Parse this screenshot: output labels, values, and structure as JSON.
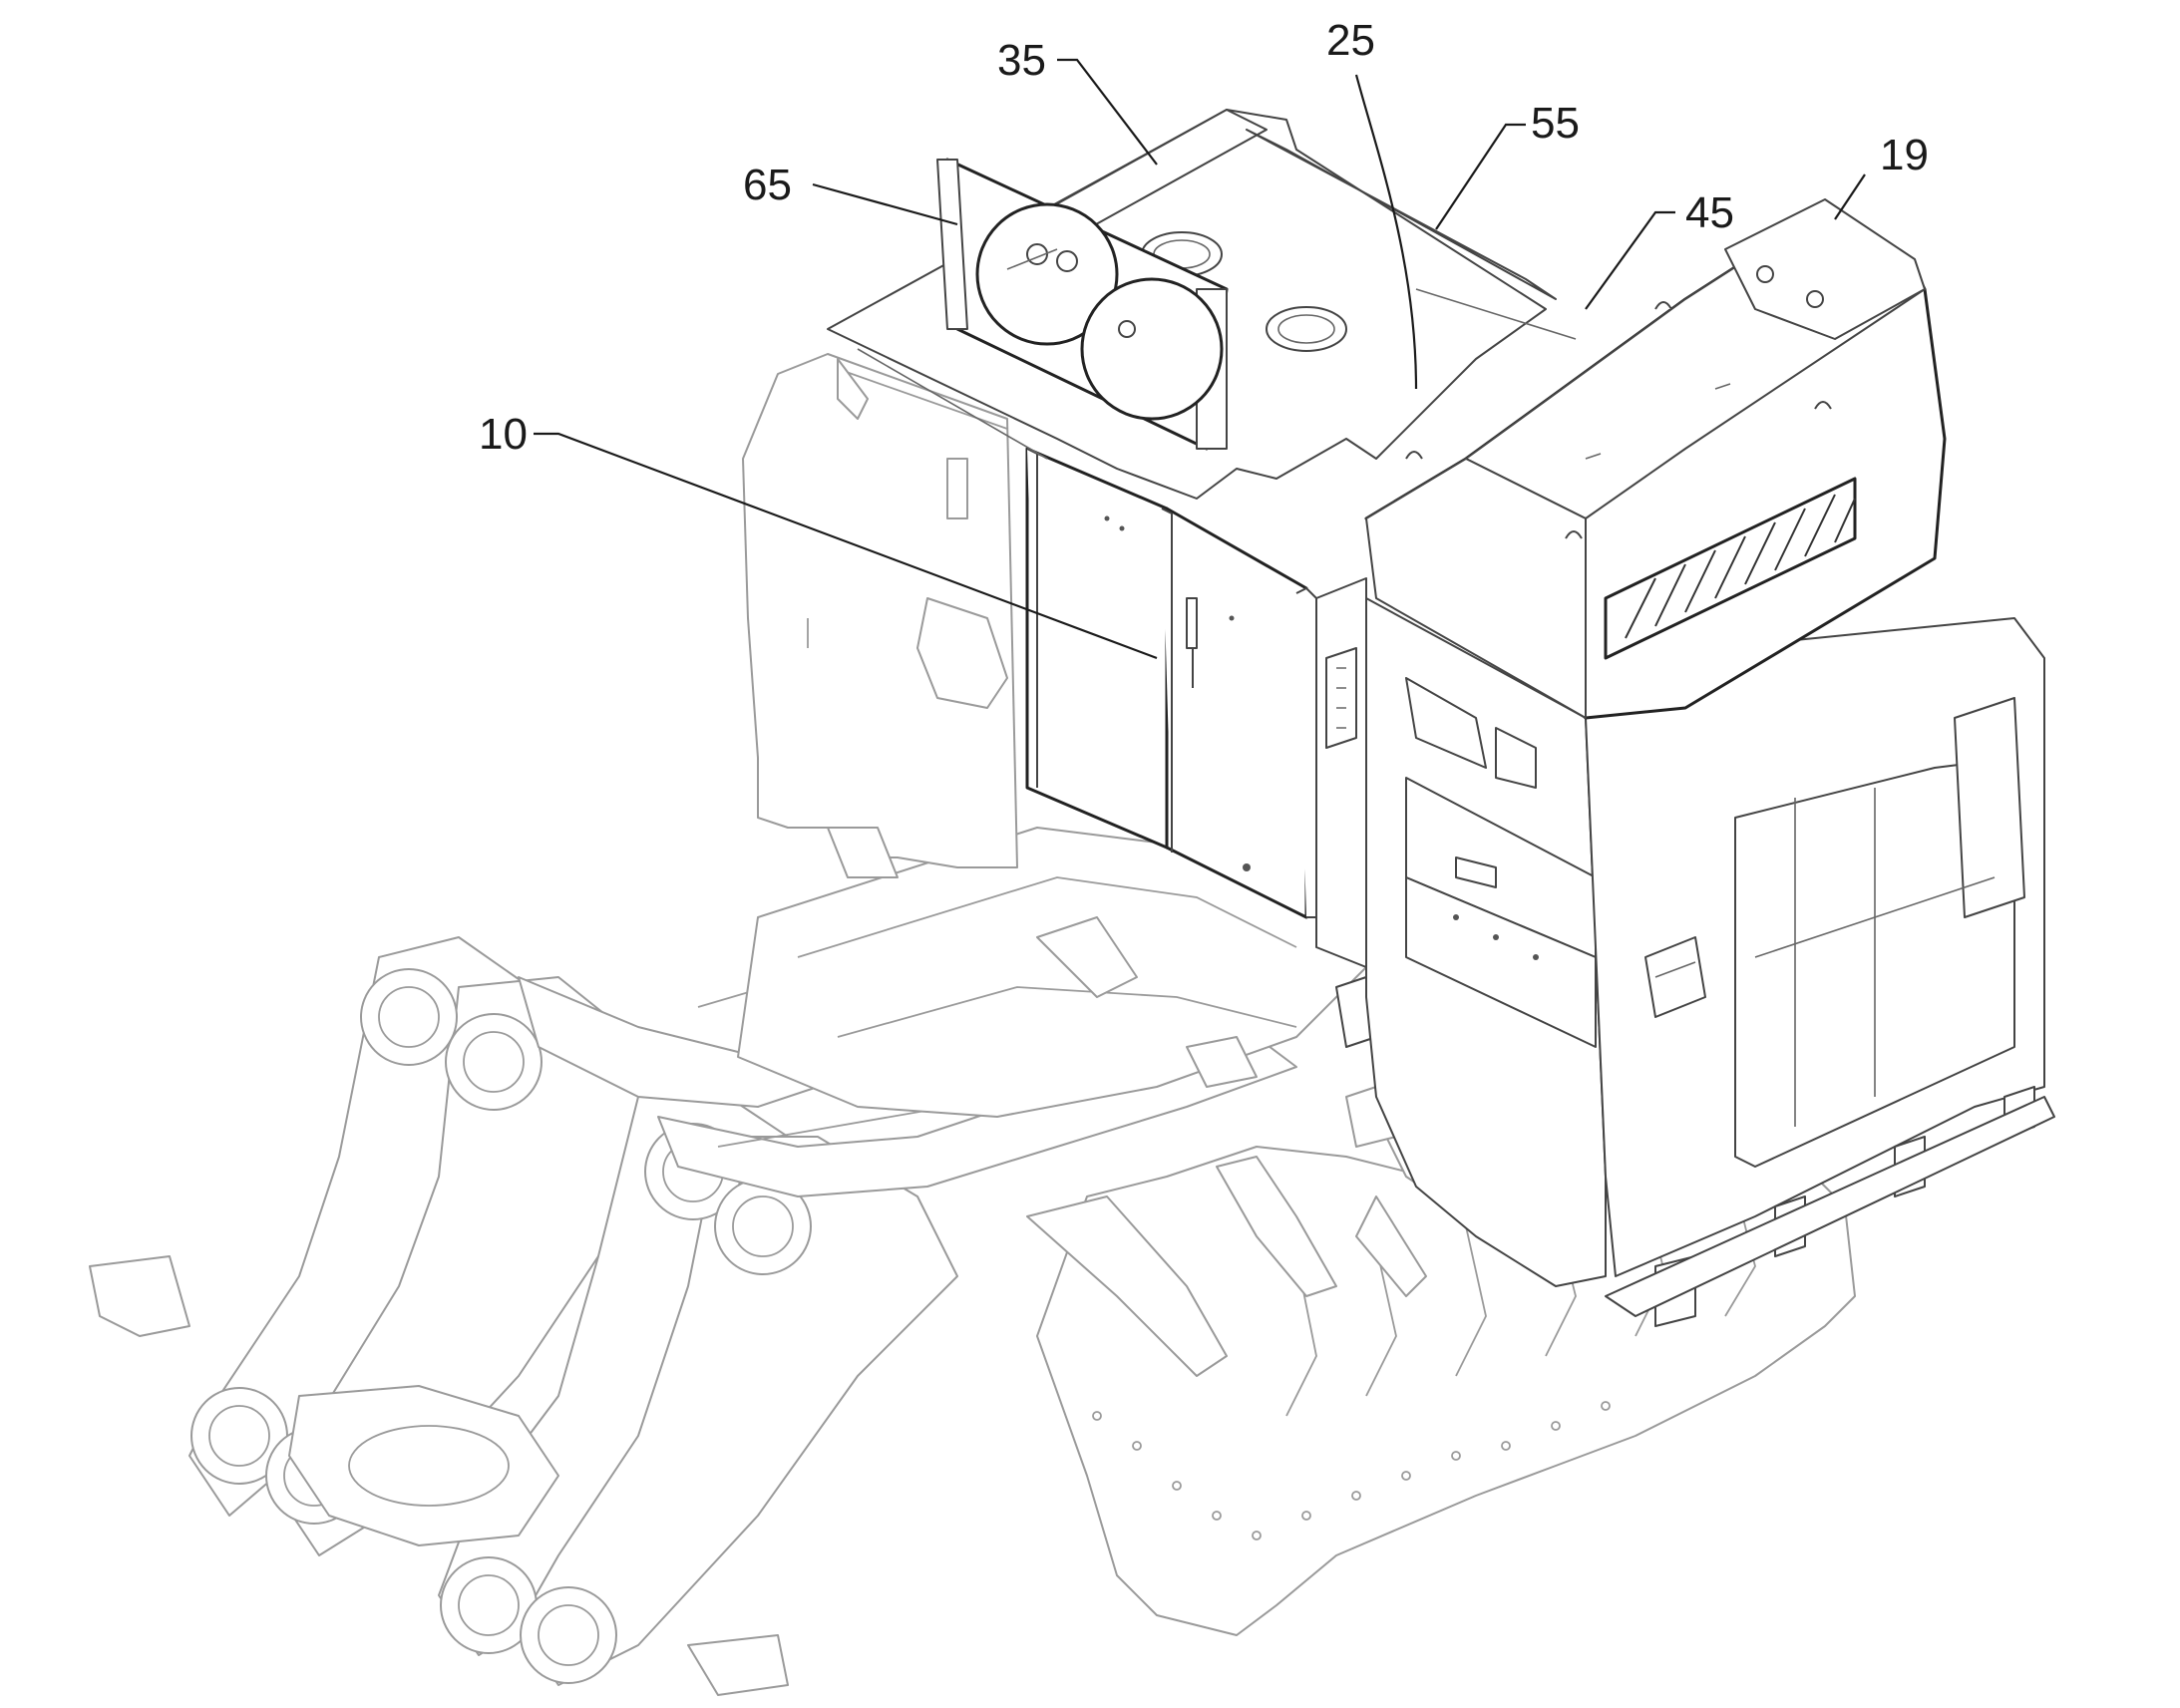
{
  "figure": {
    "reference_numerals": [
      {
        "id": "ref-35",
        "text": "35"
      },
      {
        "id": "ref-25",
        "text": "25"
      },
      {
        "id": "ref-55",
        "text": "55"
      },
      {
        "id": "ref-65",
        "text": "65"
      },
      {
        "id": "ref-19",
        "text": "19"
      },
      {
        "id": "ref-45",
        "text": "45"
      },
      {
        "id": "ref-10",
        "text": "10"
      }
    ]
  },
  "colors": {
    "line_dark": "#222222",
    "line_grey": "#9a9a9a",
    "background": "#ffffff"
  }
}
